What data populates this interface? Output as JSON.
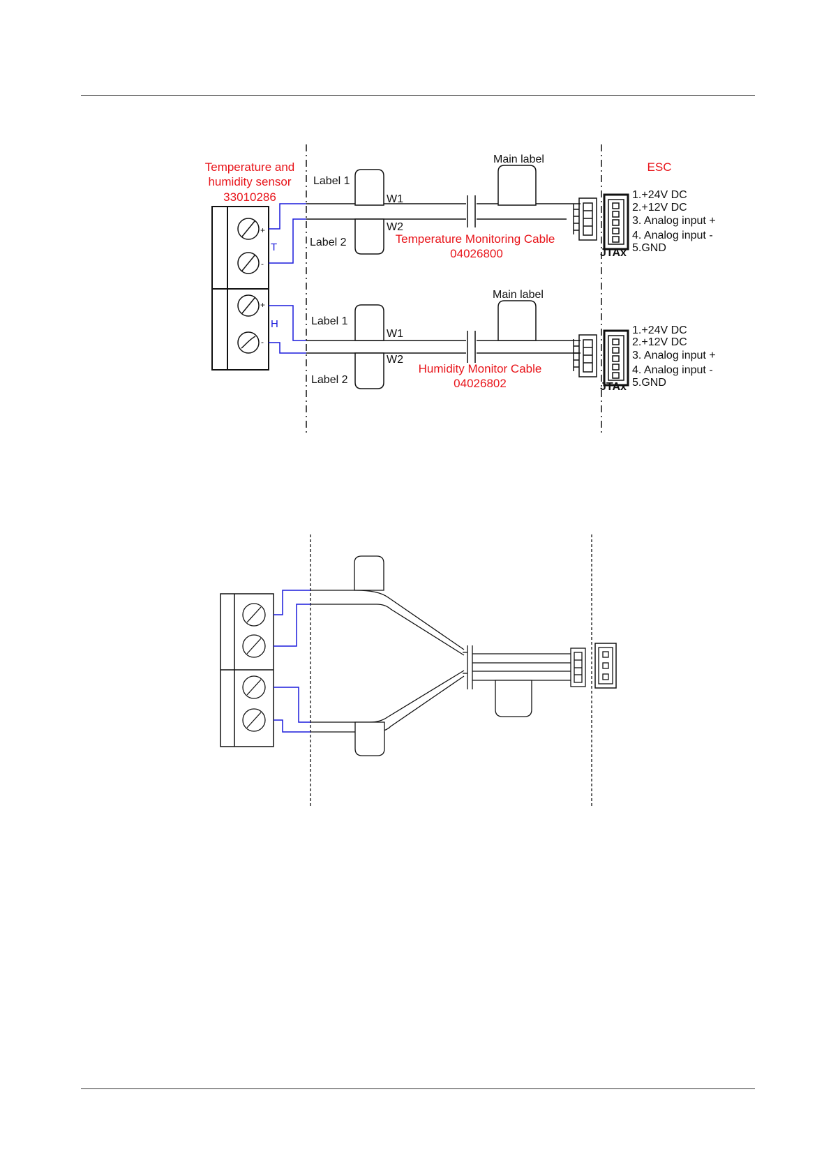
{
  "diagram1": {
    "sensor_title_lines": [
      "Temperature and",
      "humidity sensor",
      "33010286"
    ],
    "esc_title": "ESC",
    "upper": {
      "label1": "Label 1",
      "label2": "Label 2",
      "main_label": "Main label",
      "w1": "W1",
      "w2": "W2",
      "cable_name": "Temperature Monitoring Cable",
      "cable_code": "04026800",
      "terminal_letter": "T",
      "polarity_plus": "+",
      "polarity_minus": "-",
      "connector_tag": "JTAx",
      "pins": [
        "1.+24V DC",
        "2.+12V DC",
        "3. Analog input +",
        "4. Analog input -",
        "5.GND"
      ]
    },
    "lower": {
      "label1": "Label 1",
      "label2": "Label 2",
      "main_label": "Main label",
      "w1": "W1",
      "w2": "W2",
      "cable_name": "Humidity Monitor Cable",
      "cable_code": "04026802",
      "terminal_letter": "H",
      "polarity_plus": "+",
      "polarity_minus": "-",
      "connector_tag": "JTAx",
      "pins": [
        "1.+24V DC",
        "2.+12V DC",
        "3. Analog input +",
        "4. Analog input -",
        "5.GND"
      ]
    }
  },
  "colors": {
    "wire_blue": "#1a1adc",
    "text_red": "#e8141a",
    "line_black": "#111111"
  }
}
